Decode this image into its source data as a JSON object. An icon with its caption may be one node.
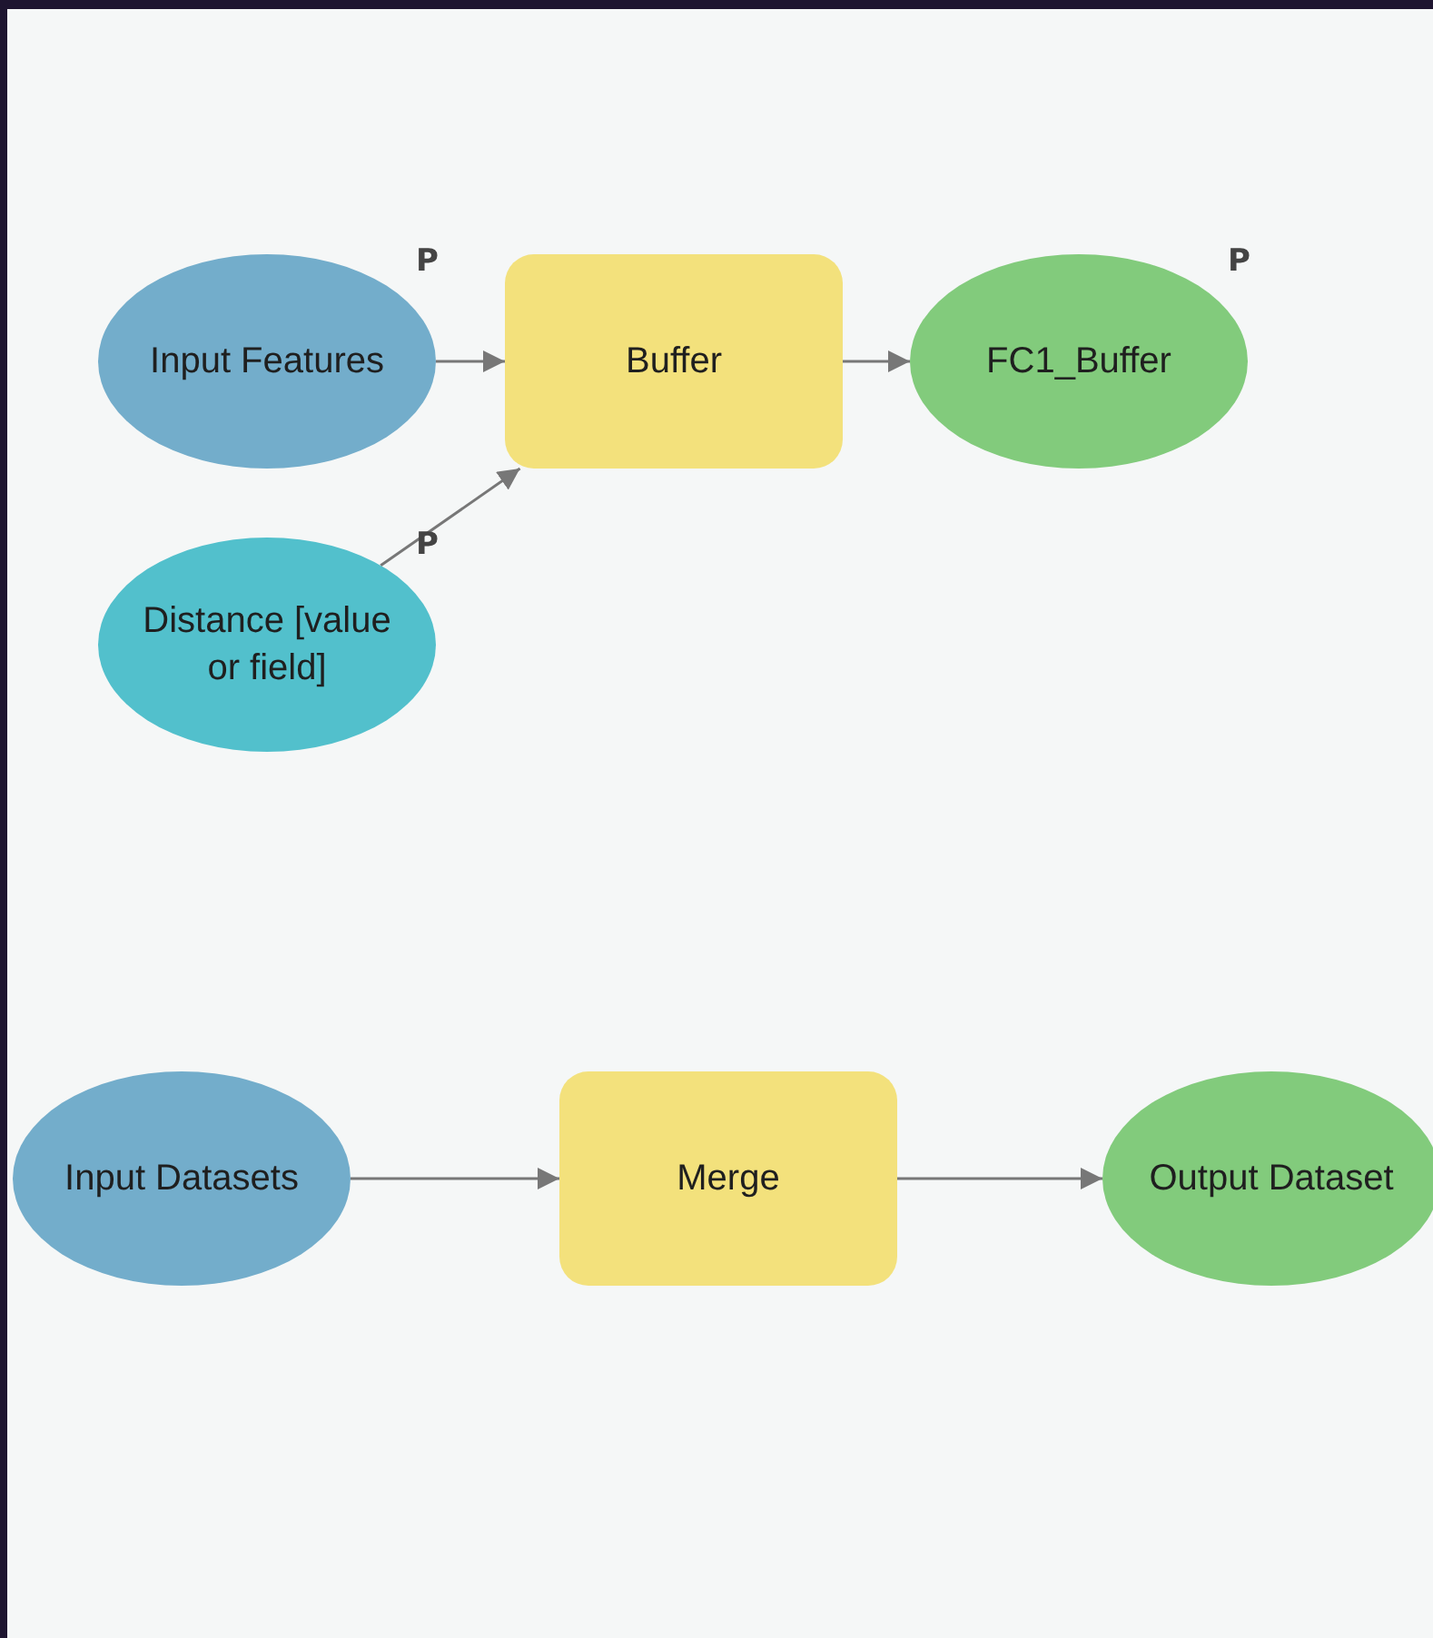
{
  "diagram": {
    "nodes": [
      {
        "text": [
          "Input Features"
        ],
        "beside": [
          "P"
        ]
      },
      {
        "text": [
          "Buffer"
        ]
      },
      {
        "text": [
          "FC1_Buffer"
        ],
        "beside": [
          "P"
        ]
      },
      {
        "text": [
          "Distance [value or field]"
        ],
        "beside": [
          "P"
        ]
      },
      {
        "text": [
          "Input Datasets"
        ]
      },
      {
        "text": [
          "Merge"
        ]
      },
      {
        "text": [
          "Output Dataset"
        ]
      }
    ],
    "edges": [
      {
        "from": 0,
        "to": 1,
        "arrow": "to"
      },
      {
        "from": 1,
        "to": 2,
        "arrow": "to"
      },
      {
        "from": 3,
        "to": 1,
        "arrow": "to"
      },
      {
        "from": 4,
        "to": 5,
        "arrow": "to"
      },
      {
        "from": 5,
        "to": 6,
        "arrow": "to"
      }
    ]
  }
}
